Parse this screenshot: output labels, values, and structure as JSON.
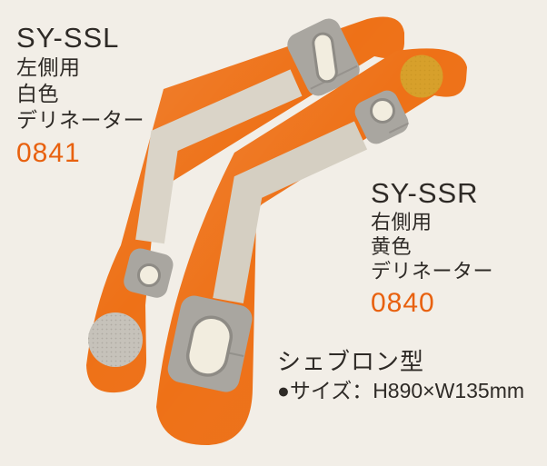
{
  "page": {
    "background": "#F2EEE7"
  },
  "colors": {
    "orange": "#EE7117",
    "stripe_left": "#DAD4C8",
    "stripe_right": "#D5CFC2",
    "bracket_gray": "#A9A6A0",
    "bracket_edge": "#8E8B85",
    "slot_cream": "#F2EDDF",
    "reflector_silver": "#C6C2BA",
    "reflector_silver_dot": "#AFABA3",
    "reflector_yellow": "#D7A02B",
    "reflector_yellow_dot": "#C18E1E",
    "text_dark": "#2E2A26",
    "code_orange": "#E8610F"
  },
  "products": [
    {
      "model": "SY-SSL",
      "side_label": "左側用",
      "color_label": "白色",
      "category_label": "デリネーター",
      "code": "0841"
    },
    {
      "model": "SY-SSR",
      "side_label": "右側用",
      "color_label": "黄色",
      "category_label": "デリネーター",
      "code": "0840"
    }
  ],
  "caption": {
    "shape_label": "シェブロン型",
    "size_label": "●サイズ：H890×W135mm"
  }
}
